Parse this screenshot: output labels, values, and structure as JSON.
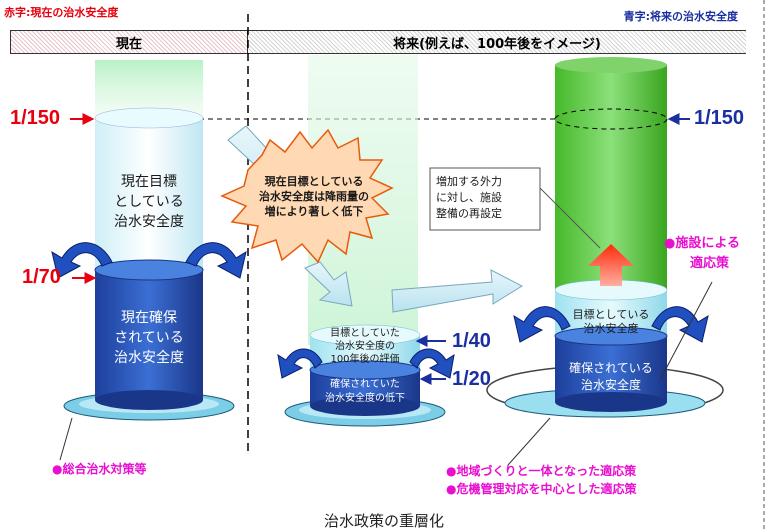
{
  "legend": {
    "red": "赤字:現在の治水安全度",
    "blue": "青字:将来の治水安全度"
  },
  "header": {
    "now": "現在",
    "future": "将来(例えば、100年後をイメージ)"
  },
  "ratios": {
    "left_top": "1/150",
    "left_mid": "1/70",
    "middle_upper": "1/40",
    "middle_lower": "1/20",
    "right_top": "1/150"
  },
  "left_cylinder": {
    "target_text": "現在目標\nとしている\n治水安全度",
    "secured_text": "現在確保\nされている\n治水安全度"
  },
  "explosion": {
    "text": "現在目標としている\n治水安全度は降雨量の\n増により著しく低下"
  },
  "middle_cylinder": {
    "target_text": "目標としていた\n治水安全度の\n100年後の評価",
    "secured_text": "確保されていた\n治水安全度の低下"
  },
  "right_cylinder": {
    "target_text": "目標としている\n治水安全度",
    "secured_text": "確保されている\n治水安全度"
  },
  "callout": {
    "text": "増加する外力\nに対し、施設\n整備の再設定"
  },
  "notes": {
    "facility_line1": "●施設による",
    "facility_line2": "適応策",
    "comprehensive": "●総合治水対策等",
    "community": "●地域づくりと一体となった適応策",
    "crisis": "●危機管理対応を中心とした適応策"
  },
  "caption": "治水政策の重層化"
}
